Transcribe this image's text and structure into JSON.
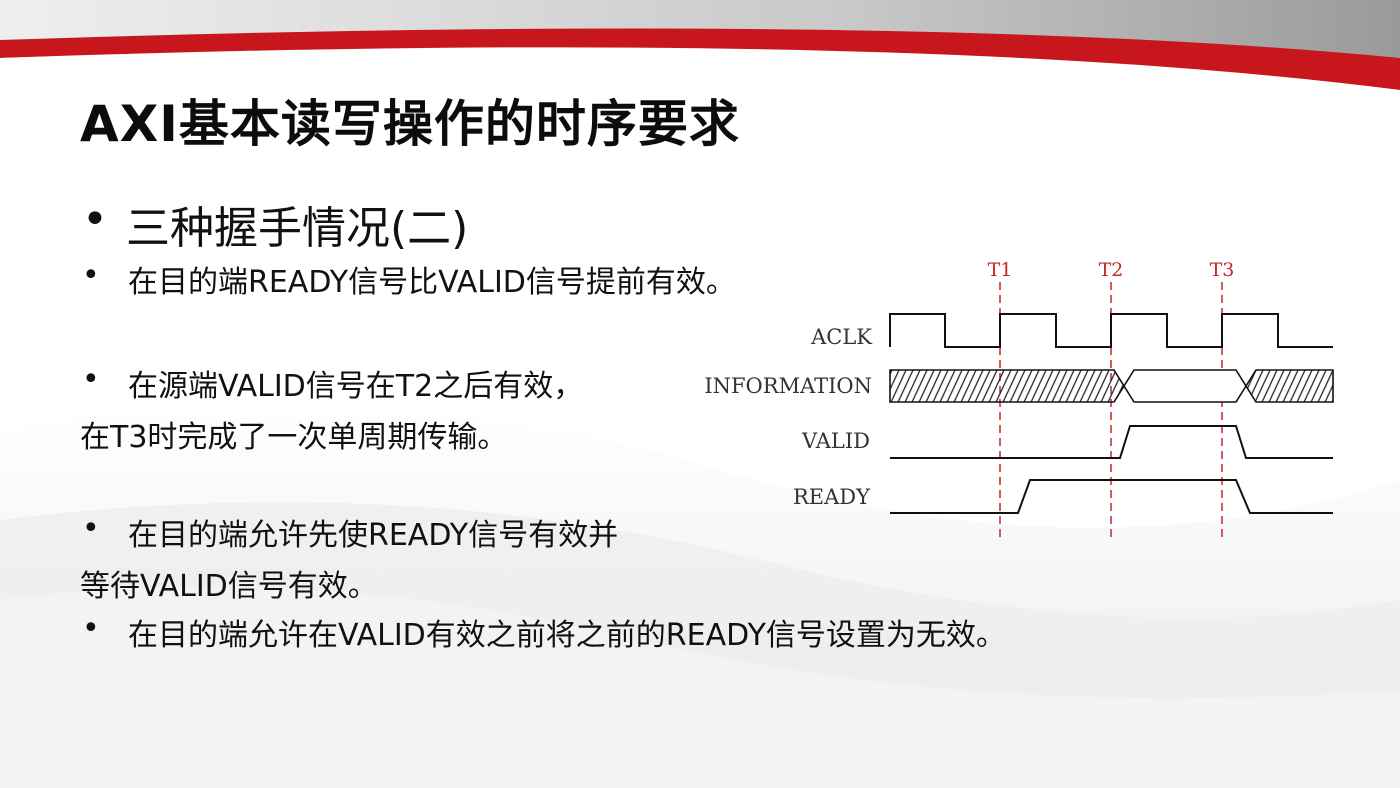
{
  "slide": {
    "title": "AXI基本读写操作的时序要求",
    "bullet_char": "•",
    "heading": "三种握手情况(二)",
    "lines": {
      "l1": "在目的端READY信号比VALID信号提前有效。",
      "l2a": "在源端VALID信号在T2之后有效，",
      "l2b": "在T3时完成了一次单周期传输。",
      "l3a": "在目的端允许先使READY信号有效并",
      "l3b": "等待VALID信号有效。",
      "l4": "在目的端允许在VALID有效之前将之前的READY信号设置为无效。"
    },
    "colors": {
      "accent": "#c8161d",
      "text": "#111111",
      "marker": "#c2272d"
    }
  },
  "diagram": {
    "markers": [
      "T1",
      "T2",
      "T3"
    ],
    "signals": [
      "ACLK",
      "INFORMATION",
      "VALID",
      "READY"
    ]
  }
}
